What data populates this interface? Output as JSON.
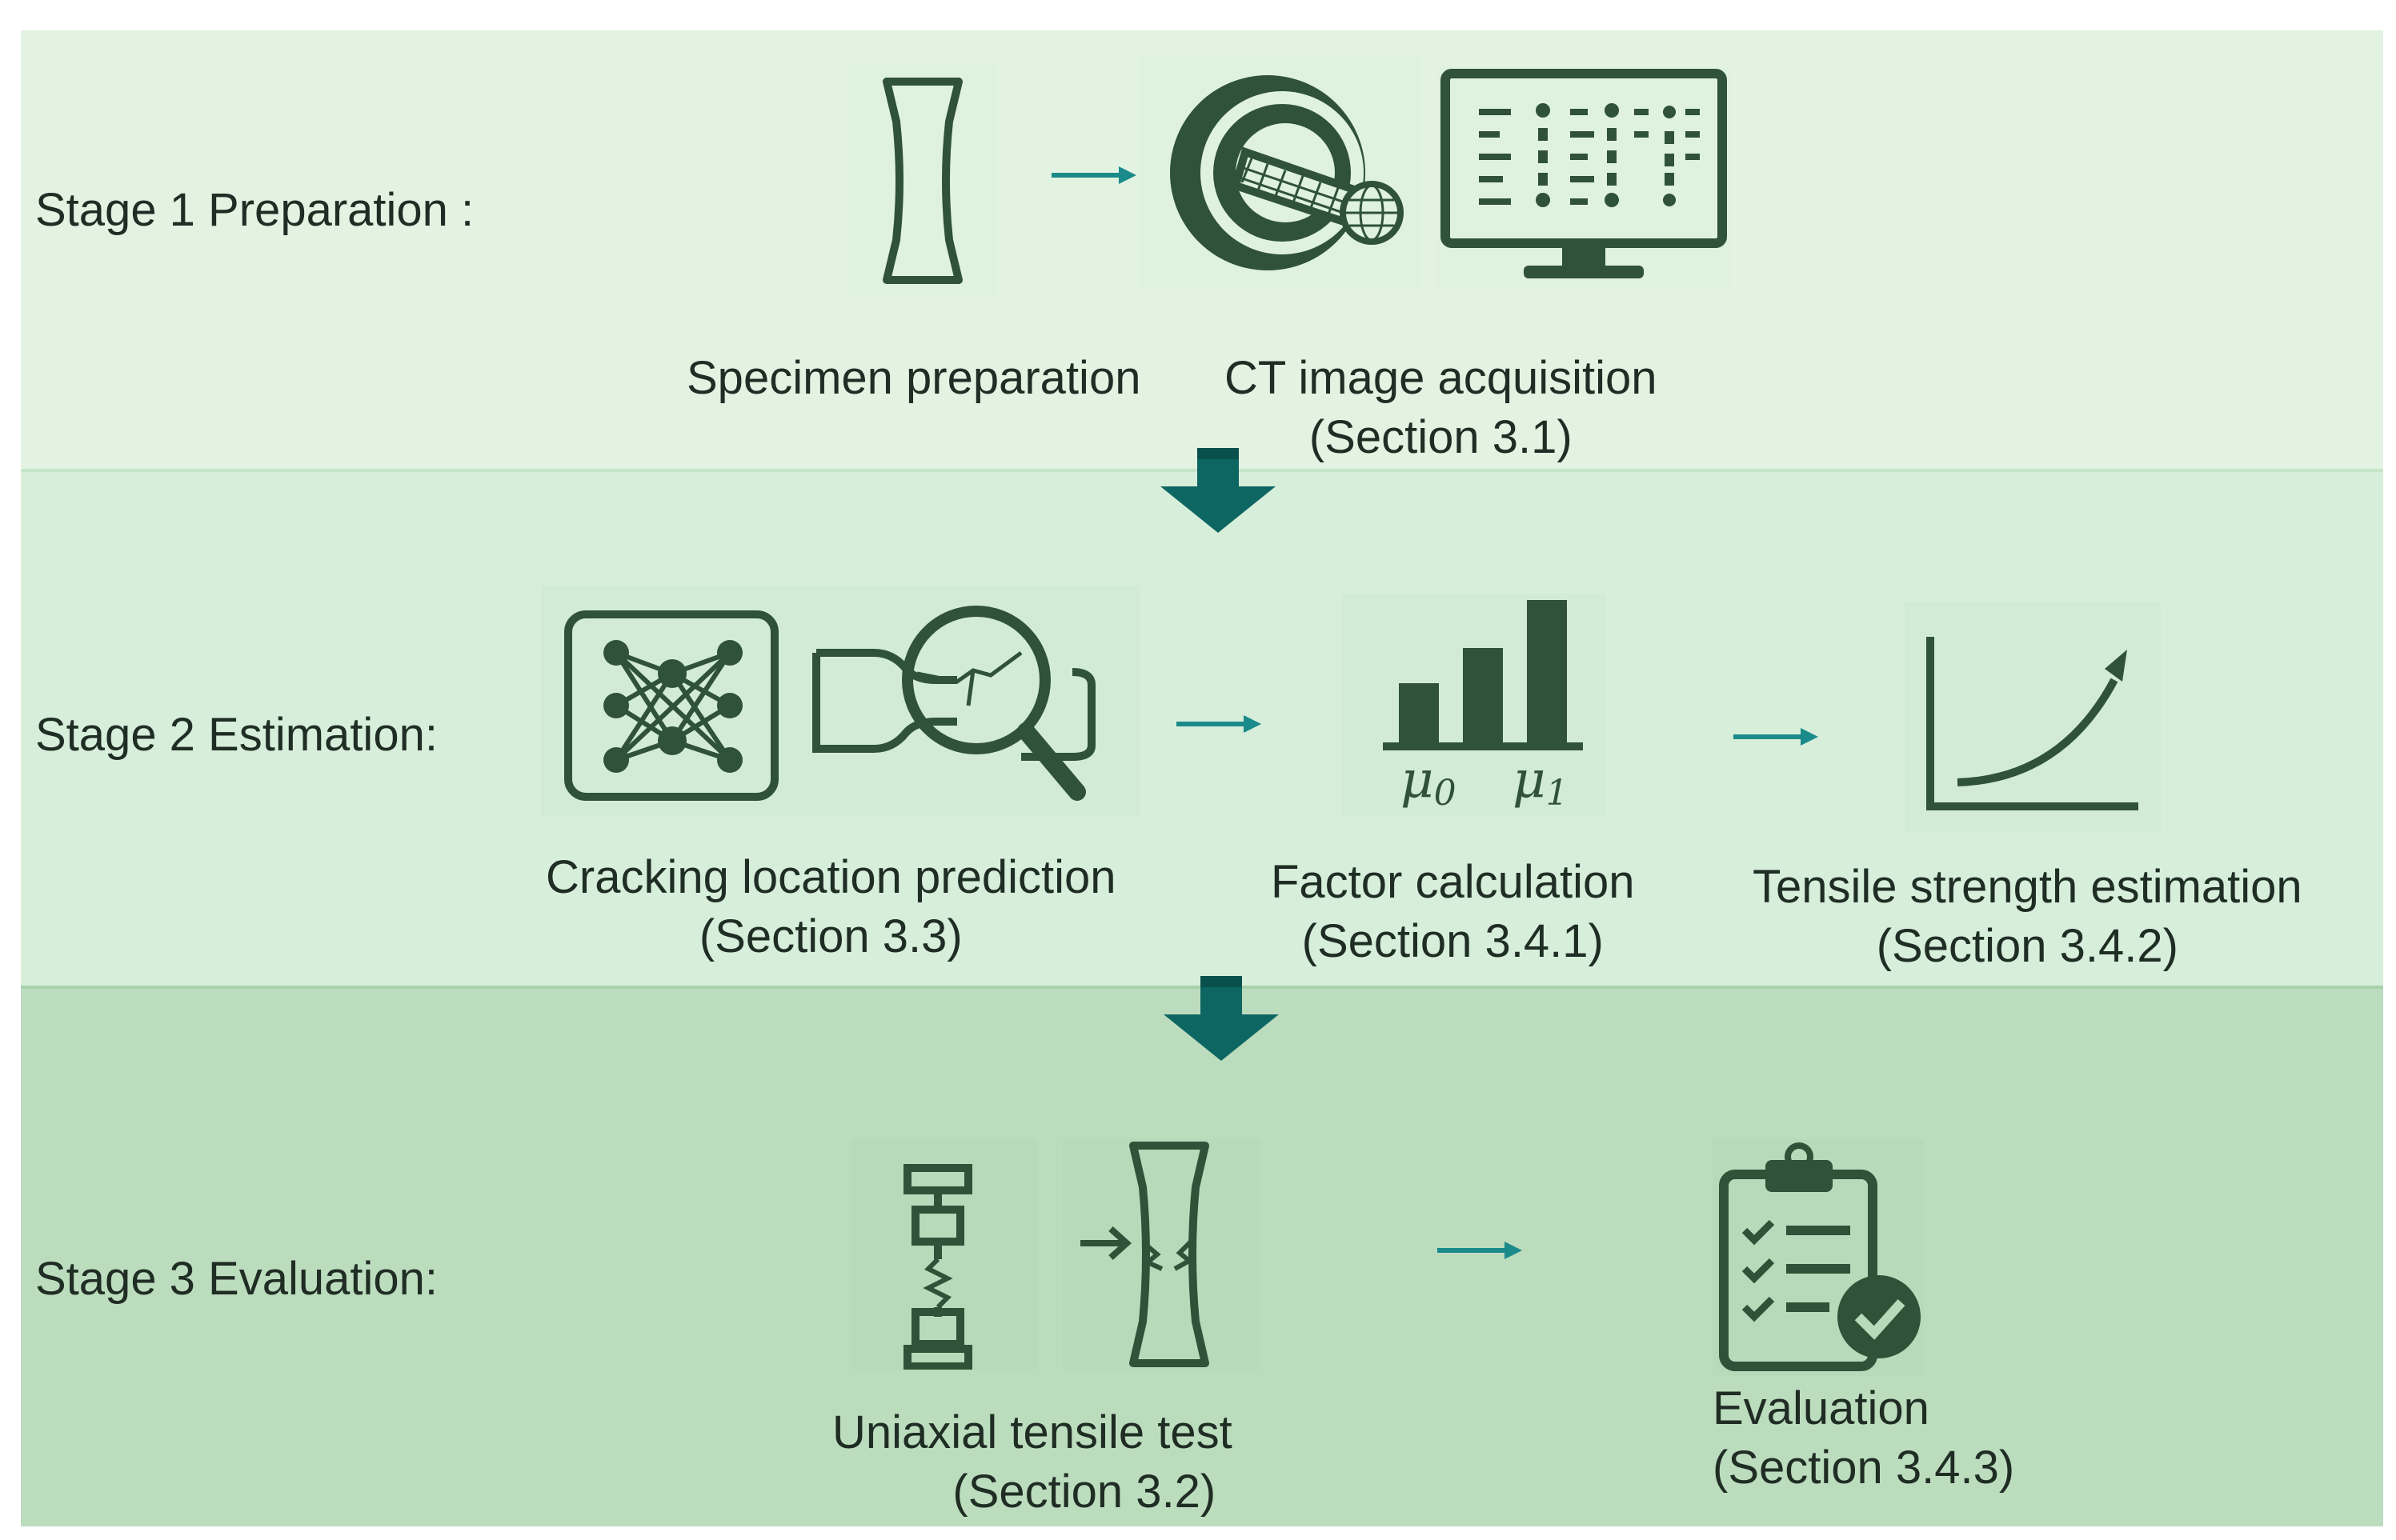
{
  "stages": {
    "s1": "Stage 1 Preparation :",
    "s2": "Stage 2 Estimation:",
    "s3": "Stage 3 Evaluation:"
  },
  "steps": {
    "specimen": {
      "title": "Specimen preparation"
    },
    "ct": {
      "title": "CT image acquisition",
      "ref": "(Section 3.1)"
    },
    "crack": {
      "title": "Cracking location prediction",
      "ref": "(Section 3.3)"
    },
    "factor": {
      "title": "Factor calculation",
      "ref": "(Section 3.4.1)"
    },
    "tensile": {
      "title": "Tensile strength estimation",
      "ref": "(Section 3.4.2)"
    },
    "uniaxial": {
      "title": "Uniaxial tensile test",
      "ref": "(Section 3.2)"
    },
    "evaluation": {
      "title": "Evaluation",
      "ref": "(Section 3.4.3)"
    }
  },
  "factor_symbols": {
    "mu0": "μ0",
    "mu1": "μ1"
  },
  "colors": {
    "icon": "#2f5238",
    "flow_arrow": "#1a8a8a",
    "stage_arrow": "#0e6663",
    "band1": "#e2f3e2",
    "band2": "#d6eeda",
    "band3": "#bcdcbe"
  },
  "icons": [
    "specimen-icon",
    "ct-scanner-icon",
    "monitor-icon",
    "neural-network-icon",
    "crack-magnifier-icon",
    "bar-chart-icon",
    "growth-curve-icon",
    "tensile-machine-icon",
    "fracture-specimen-icon",
    "checklist-icon"
  ]
}
